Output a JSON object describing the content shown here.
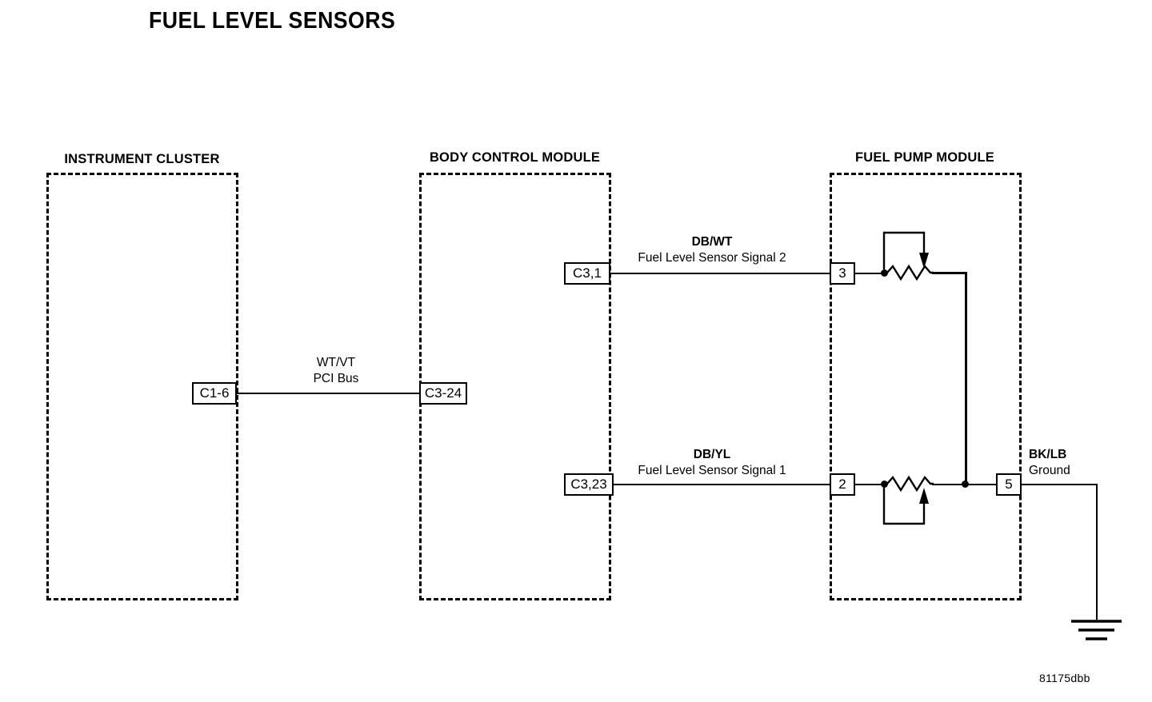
{
  "title": "FUEL LEVEL SENSORS",
  "reference_code": "81175dbb",
  "colors": {
    "background": "#ffffff",
    "line": "#000000",
    "text": "#000000"
  },
  "modules": [
    {
      "id": "instrument-cluster",
      "label": "INSTRUMENT CLUSTER"
    },
    {
      "id": "body-control-module",
      "label": "BODY CONTROL MODULE"
    },
    {
      "id": "fuel-pump-module",
      "label": "FUEL PUMP MODULE"
    }
  ],
  "connectors": {
    "cluster_pci": "C1-6",
    "bcm_pci": "C3-24",
    "bcm_signal_2": "C3,1",
    "bcm_signal_1": "C3,23"
  },
  "pins": {
    "sensor2_pin": "3",
    "sensor1_pin": "2",
    "ground_pin": "5"
  },
  "wires": [
    {
      "id": "fuel-level-sensor-signal-2",
      "color_code": "DB/WT",
      "description": "Fuel Level Sensor Signal 2",
      "from": "C3,1",
      "to": "3"
    },
    {
      "id": "pci-bus",
      "color_code": "WT/VT",
      "description": "PCI Bus",
      "from": "C1-6",
      "to": "C3-24"
    },
    {
      "id": "fuel-level-sensor-signal-1",
      "color_code": "DB/YL",
      "description": "Fuel Level Sensor Signal 1",
      "from": "C3,23",
      "to": "2"
    },
    {
      "id": "ground",
      "color_code": "BK/LB",
      "description": "Ground",
      "from": "5",
      "to": "chassis-ground"
    }
  ],
  "components": [
    {
      "id": "fuel-level-sensor-2",
      "type": "potentiometer",
      "wiper": "down"
    },
    {
      "id": "fuel-level-sensor-1",
      "type": "potentiometer",
      "wiper": "up"
    },
    {
      "id": "chassis-ground",
      "type": "ground-symbol"
    }
  ]
}
